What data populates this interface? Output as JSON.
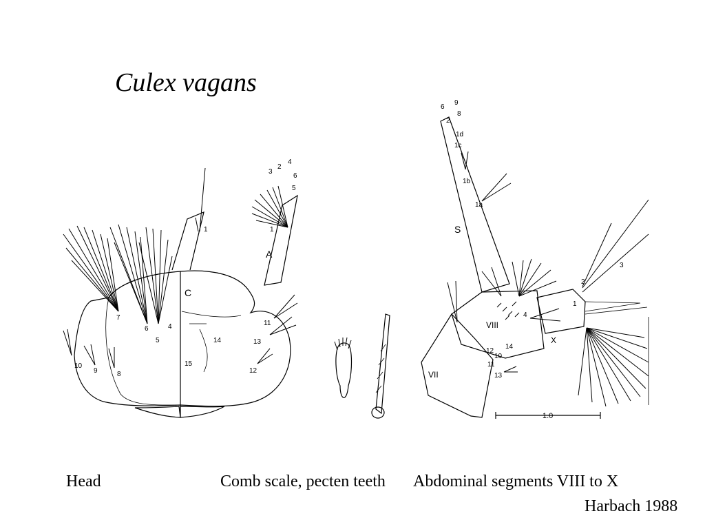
{
  "slide": {
    "title": "Culex vagans",
    "captions": {
      "head": "Head",
      "comb": "Comb scale, pecten teeth",
      "abdomen": "Abdominal segments VIII to X",
      "source": "Harbach 1988"
    }
  },
  "head_figure": {
    "labels": [
      "1",
      "3",
      "2",
      "4",
      "6",
      "5",
      "1",
      "A",
      "C",
      "7",
      "6",
      "5",
      "4",
      "11",
      "13",
      "14",
      "15",
      "12",
      "10",
      "9",
      "8"
    ]
  },
  "abdomen_figure": {
    "labels": [
      "6",
      "9",
      "8",
      "2",
      "1d",
      "1c",
      "1b",
      "1a",
      "S",
      "VIII",
      "VII",
      "X",
      "2",
      "1",
      "3",
      "4",
      "10",
      "12",
      "14",
      "11",
      "13",
      "1.0"
    ]
  }
}
